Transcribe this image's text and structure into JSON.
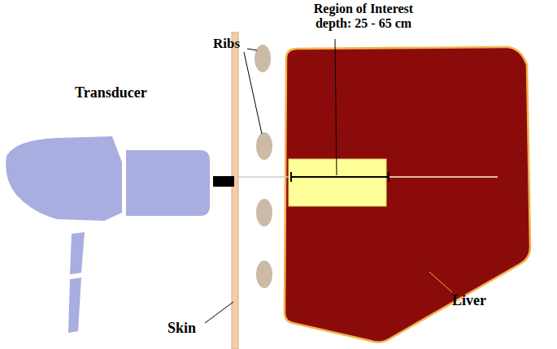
{
  "diagram": {
    "labels": [
      "Transducer",
      "Ribs",
      "Region of Interest depth: 25 - 65 cm",
      "Liver",
      "Skin"
    ]
  }
}
